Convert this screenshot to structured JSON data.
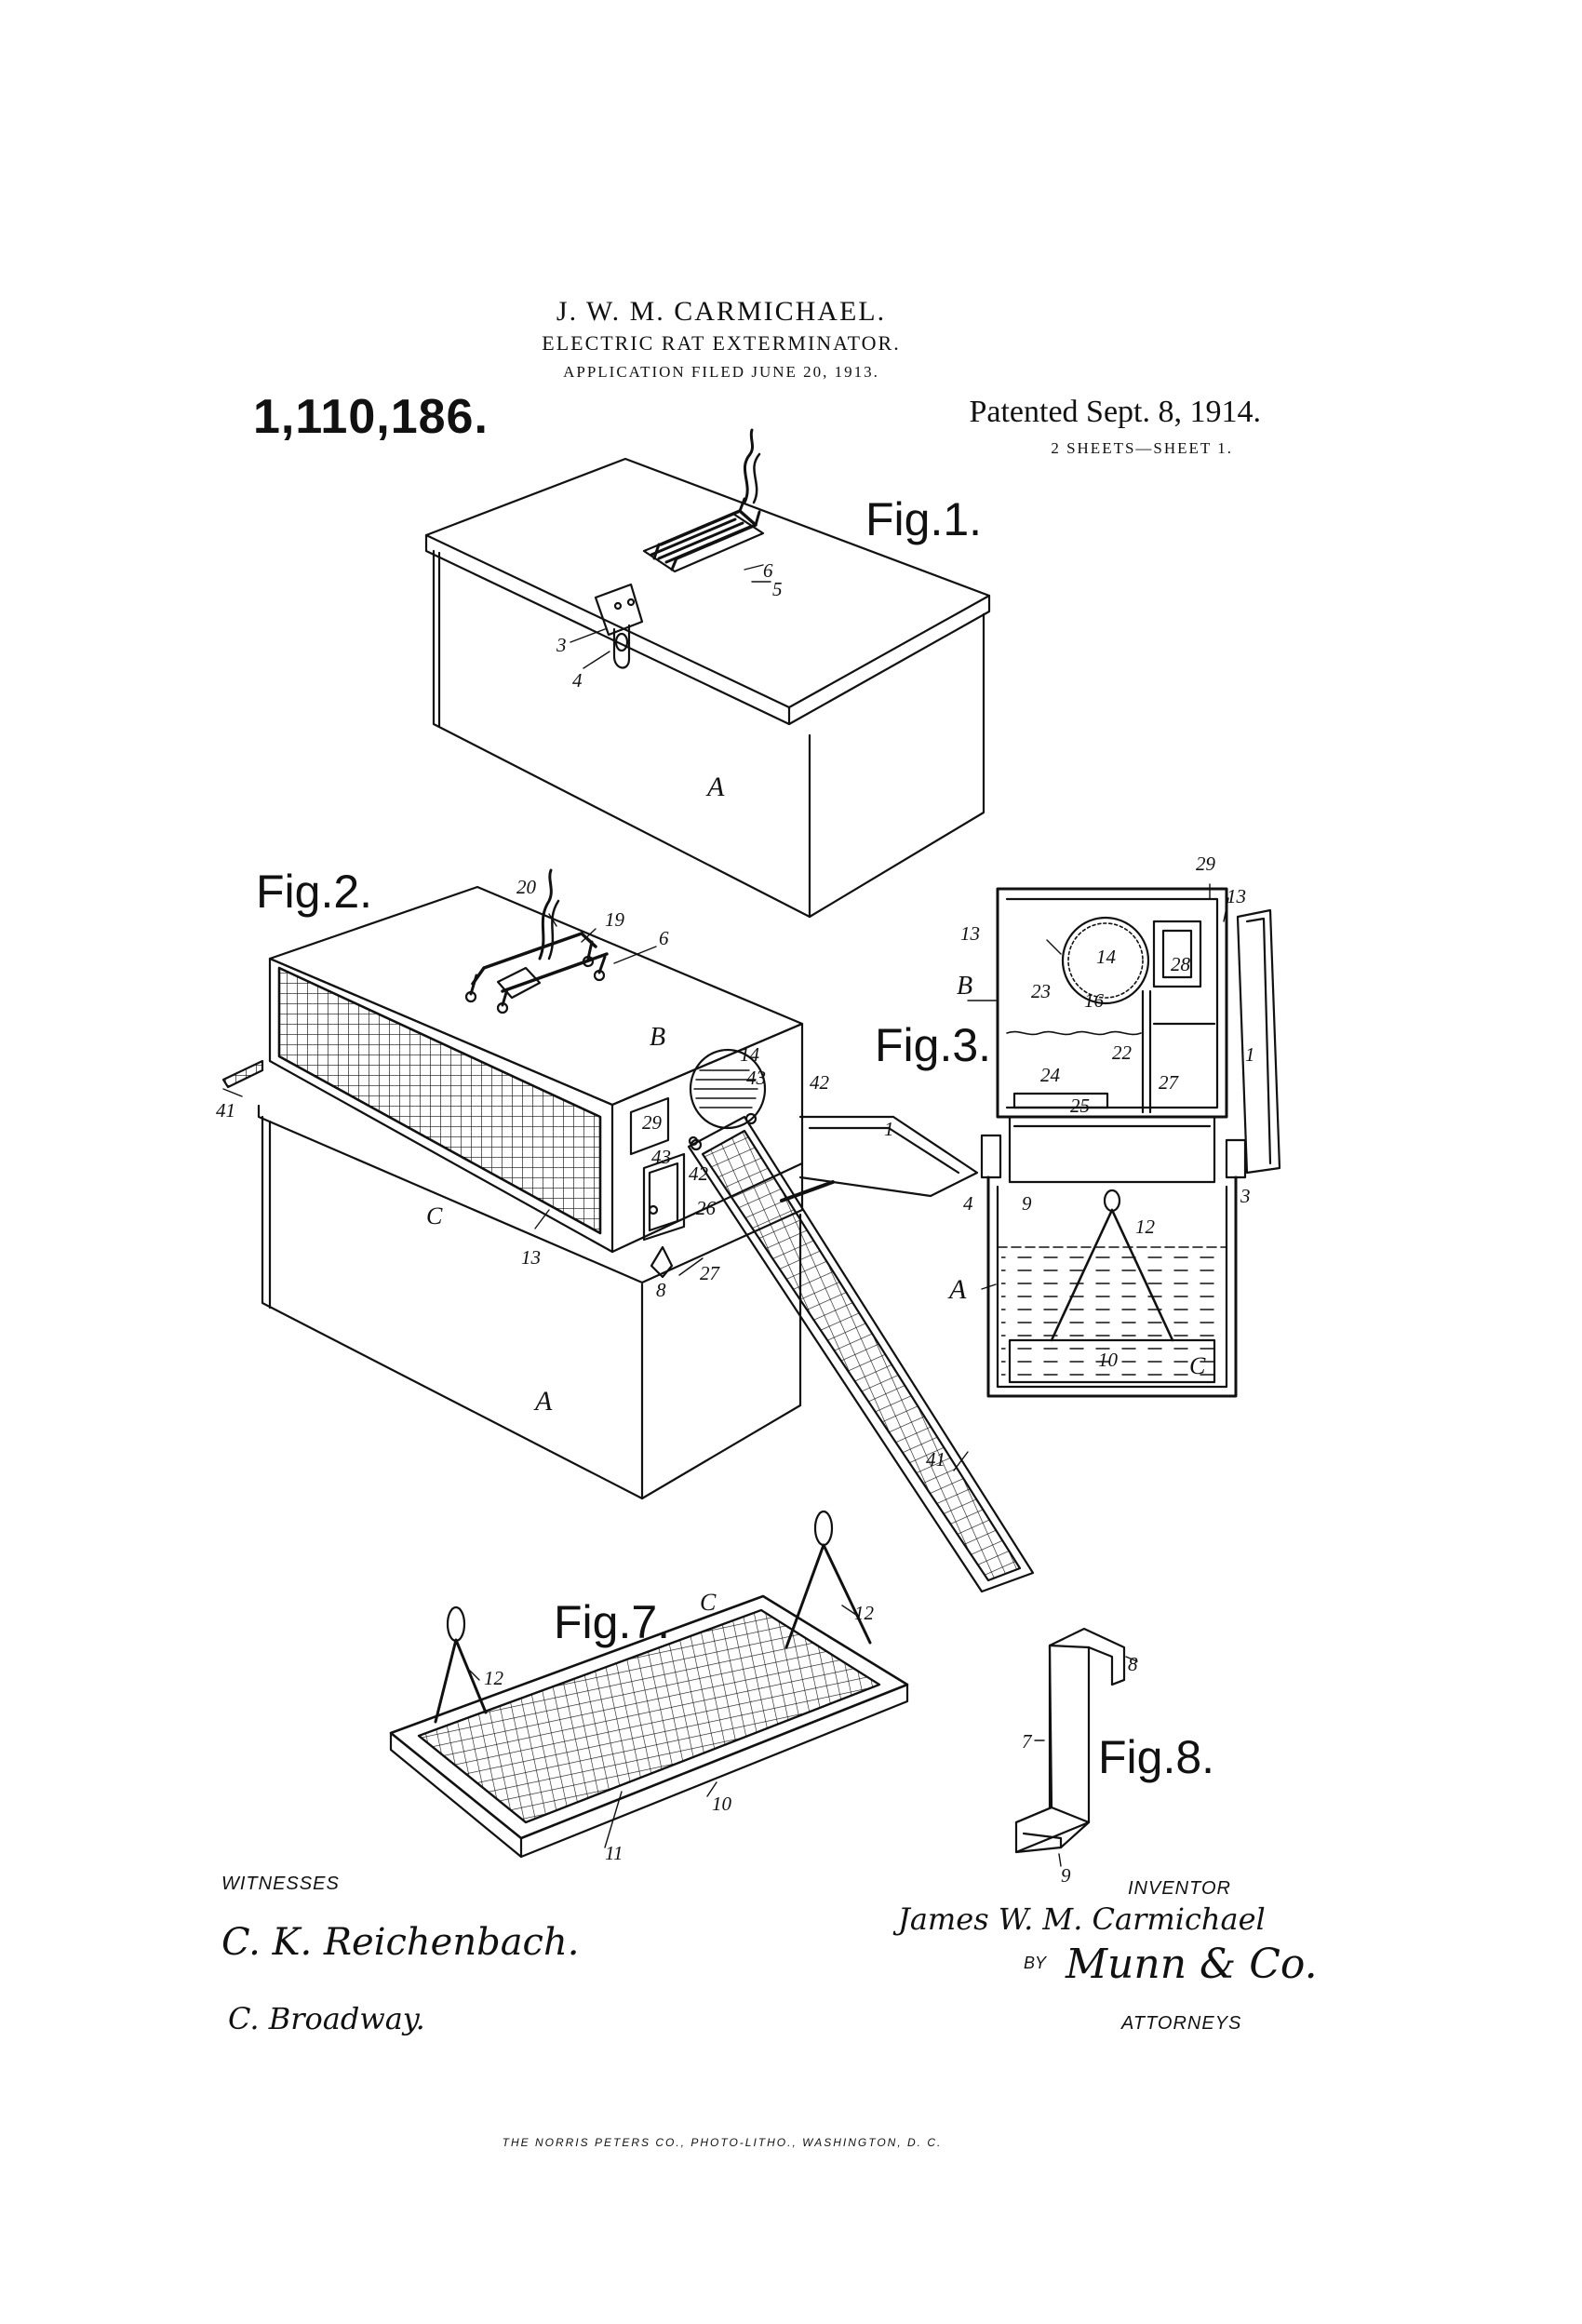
{
  "header": {
    "inventor_name": "J. W. M. CARMICHAEL.",
    "title": "ELECTRIC RAT EXTERMINATOR.",
    "filed": "APPLICATION FILED JUNE 20, 1913.",
    "patent_number": "1,110,186.",
    "patented": "Patented Sept. 8, 1914.",
    "sheets": "2 SHEETS—SHEET 1."
  },
  "figures": {
    "fig1": "Fig.1.",
    "fig2": "Fig.2.",
    "fig3": "Fig.3.",
    "fig7": "Fig.7.",
    "fig8": "Fig.8."
  },
  "refs": {
    "r1": "1",
    "r3": "3",
    "r4": "4",
    "r5": "5",
    "r6": "6",
    "r7": "7",
    "r8": "8",
    "r9": "9",
    "r10": "10",
    "r11": "11",
    "r12": "12",
    "r13": "13",
    "r14": "14",
    "r16": "16",
    "r19": "19",
    "r20": "20",
    "r22": "22",
    "r23": "23",
    "r24": "24",
    "r25": "25",
    "r26": "26",
    "r27": "27",
    "r28": "28",
    "r29": "29",
    "r41": "41",
    "r42": "42",
    "r43": "43",
    "rA": "A",
    "rB": "B",
    "rC": "C"
  },
  "signatures": {
    "witnesses_label": "WITNESSES",
    "witness1": "C. K. Reichenbach.",
    "witness2": "C. Broadway.",
    "inventor_label": "INVENTOR",
    "inventor_signature": "James W. M. Carmichael",
    "by_label": "BY",
    "attorney_signature": "Munn & Co.",
    "attorneys_label": "ATTORNEYS"
  },
  "footer": {
    "printer": "THE NORRIS PETERS CO., PHOTO-LITHO., WASHINGTON, D. C."
  }
}
